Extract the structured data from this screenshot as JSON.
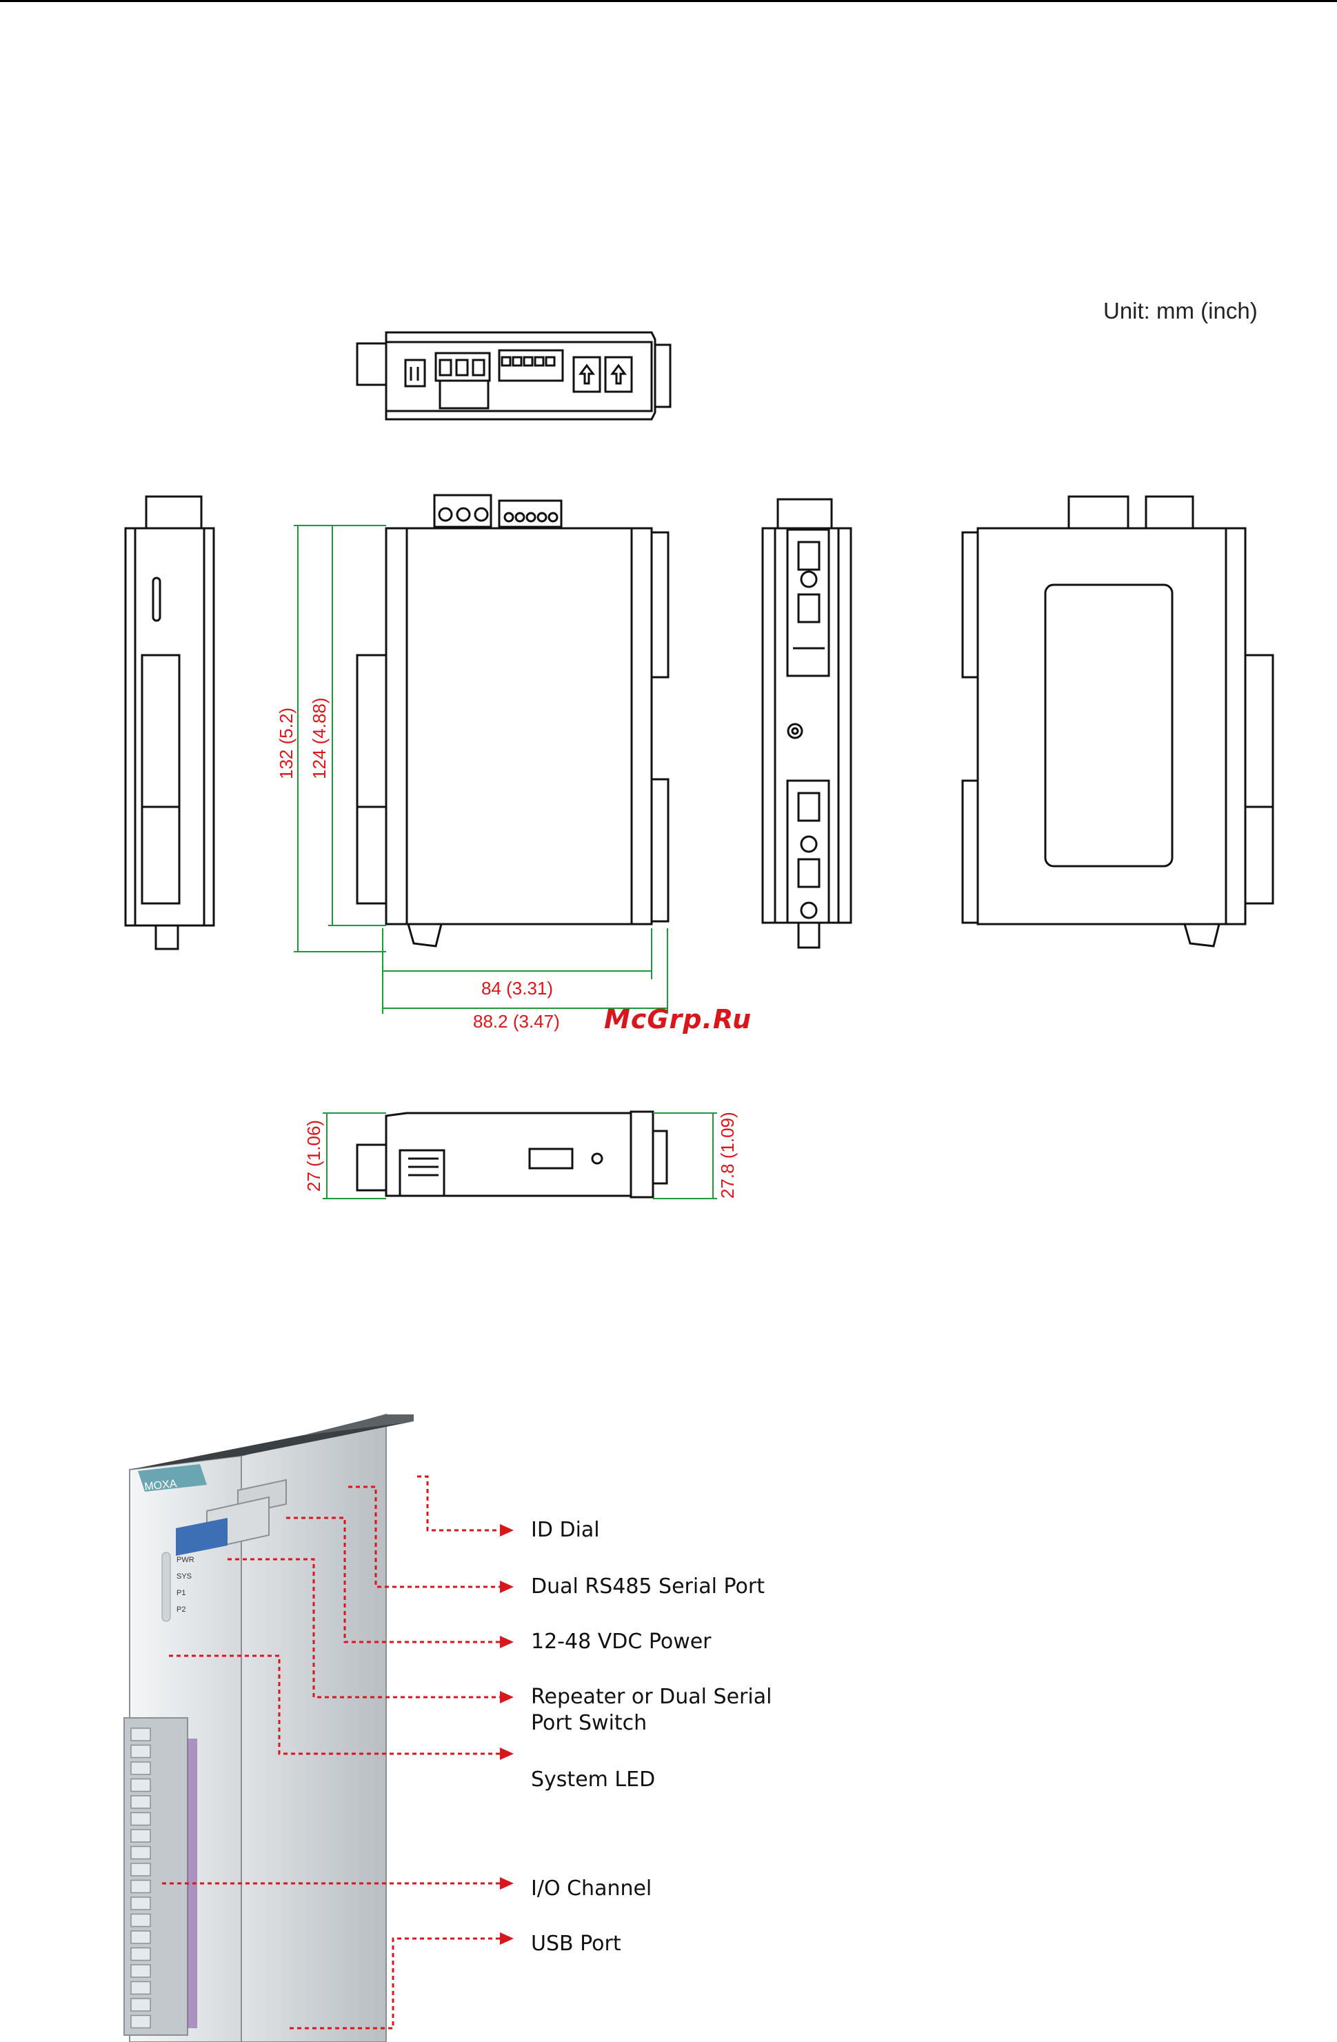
{
  "unit_label": "Unit: mm (inch)",
  "watermark": "McGrp.Ru",
  "dimensions": {
    "height_total": "132 (5.2)",
    "height_body": "124 (4.88)",
    "width_body": "84 (3.31)",
    "width_total": "88.2 (3.47)",
    "depth_left": "27 (1.06)",
    "depth_right": "27.8 (1.09)"
  },
  "panel_labels": {
    "pwr": "PWR",
    "sys": "SYS",
    "p1": "P1",
    "p2": "P2",
    "brand": "MOXA"
  },
  "callouts": [
    {
      "label": "ID Dial"
    },
    {
      "label": "Dual RS485 Serial Port"
    },
    {
      "label": "12-48 VDC Power"
    },
    {
      "label": "Repeater or Dual Serial\nPort Switch"
    },
    {
      "label": "System LED"
    },
    {
      "label": "I/O Channel"
    },
    {
      "label": "USB Port"
    }
  ],
  "colors": {
    "dimension": "#d9161b",
    "dimension_line": "#1a9a3a",
    "outline": "#111111",
    "callout_arrow": "#d9161b"
  }
}
